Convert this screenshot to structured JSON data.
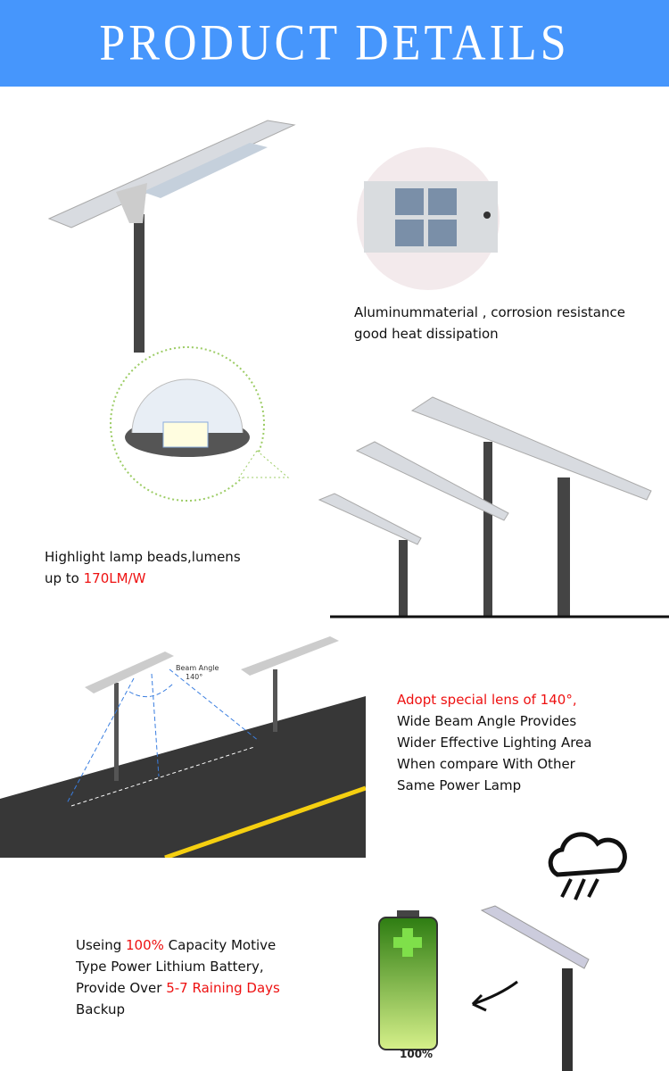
{
  "header": {
    "title": "PRODUCT DETAILS"
  },
  "colors": {
    "banner": "#4696fc",
    "highlight": "#ee1111"
  },
  "features": [
    {
      "lines": [
        "Aluminummaterial , corrosion resistance",
        "good heat dissipation"
      ]
    },
    {
      "line1": "Highlight lamp beads,lumens",
      "line2_prefix": "up to ",
      "line2_highlight": "170LM/W"
    },
    {
      "highlight": "Adopt special lens of 140°,",
      "lines": [
        "Wide Beam Angle Provides",
        "Wider Effective Lighting Area",
        "When compare With Other",
        "Same Power Lamp"
      ]
    },
    {
      "l1a": "Useing ",
      "l1b": "100%",
      "l1c": " Capacity Motive",
      "l2": "Type Power Lithium Battery,",
      "l3a": "Provide Over ",
      "l3b": "5-7 Raining Days",
      "l4": "Backup"
    }
  ],
  "diagram": {
    "beam_label": "Beam Angle",
    "beam_value": "140°"
  },
  "battery": {
    "label": "100%",
    "level": 1.0
  }
}
